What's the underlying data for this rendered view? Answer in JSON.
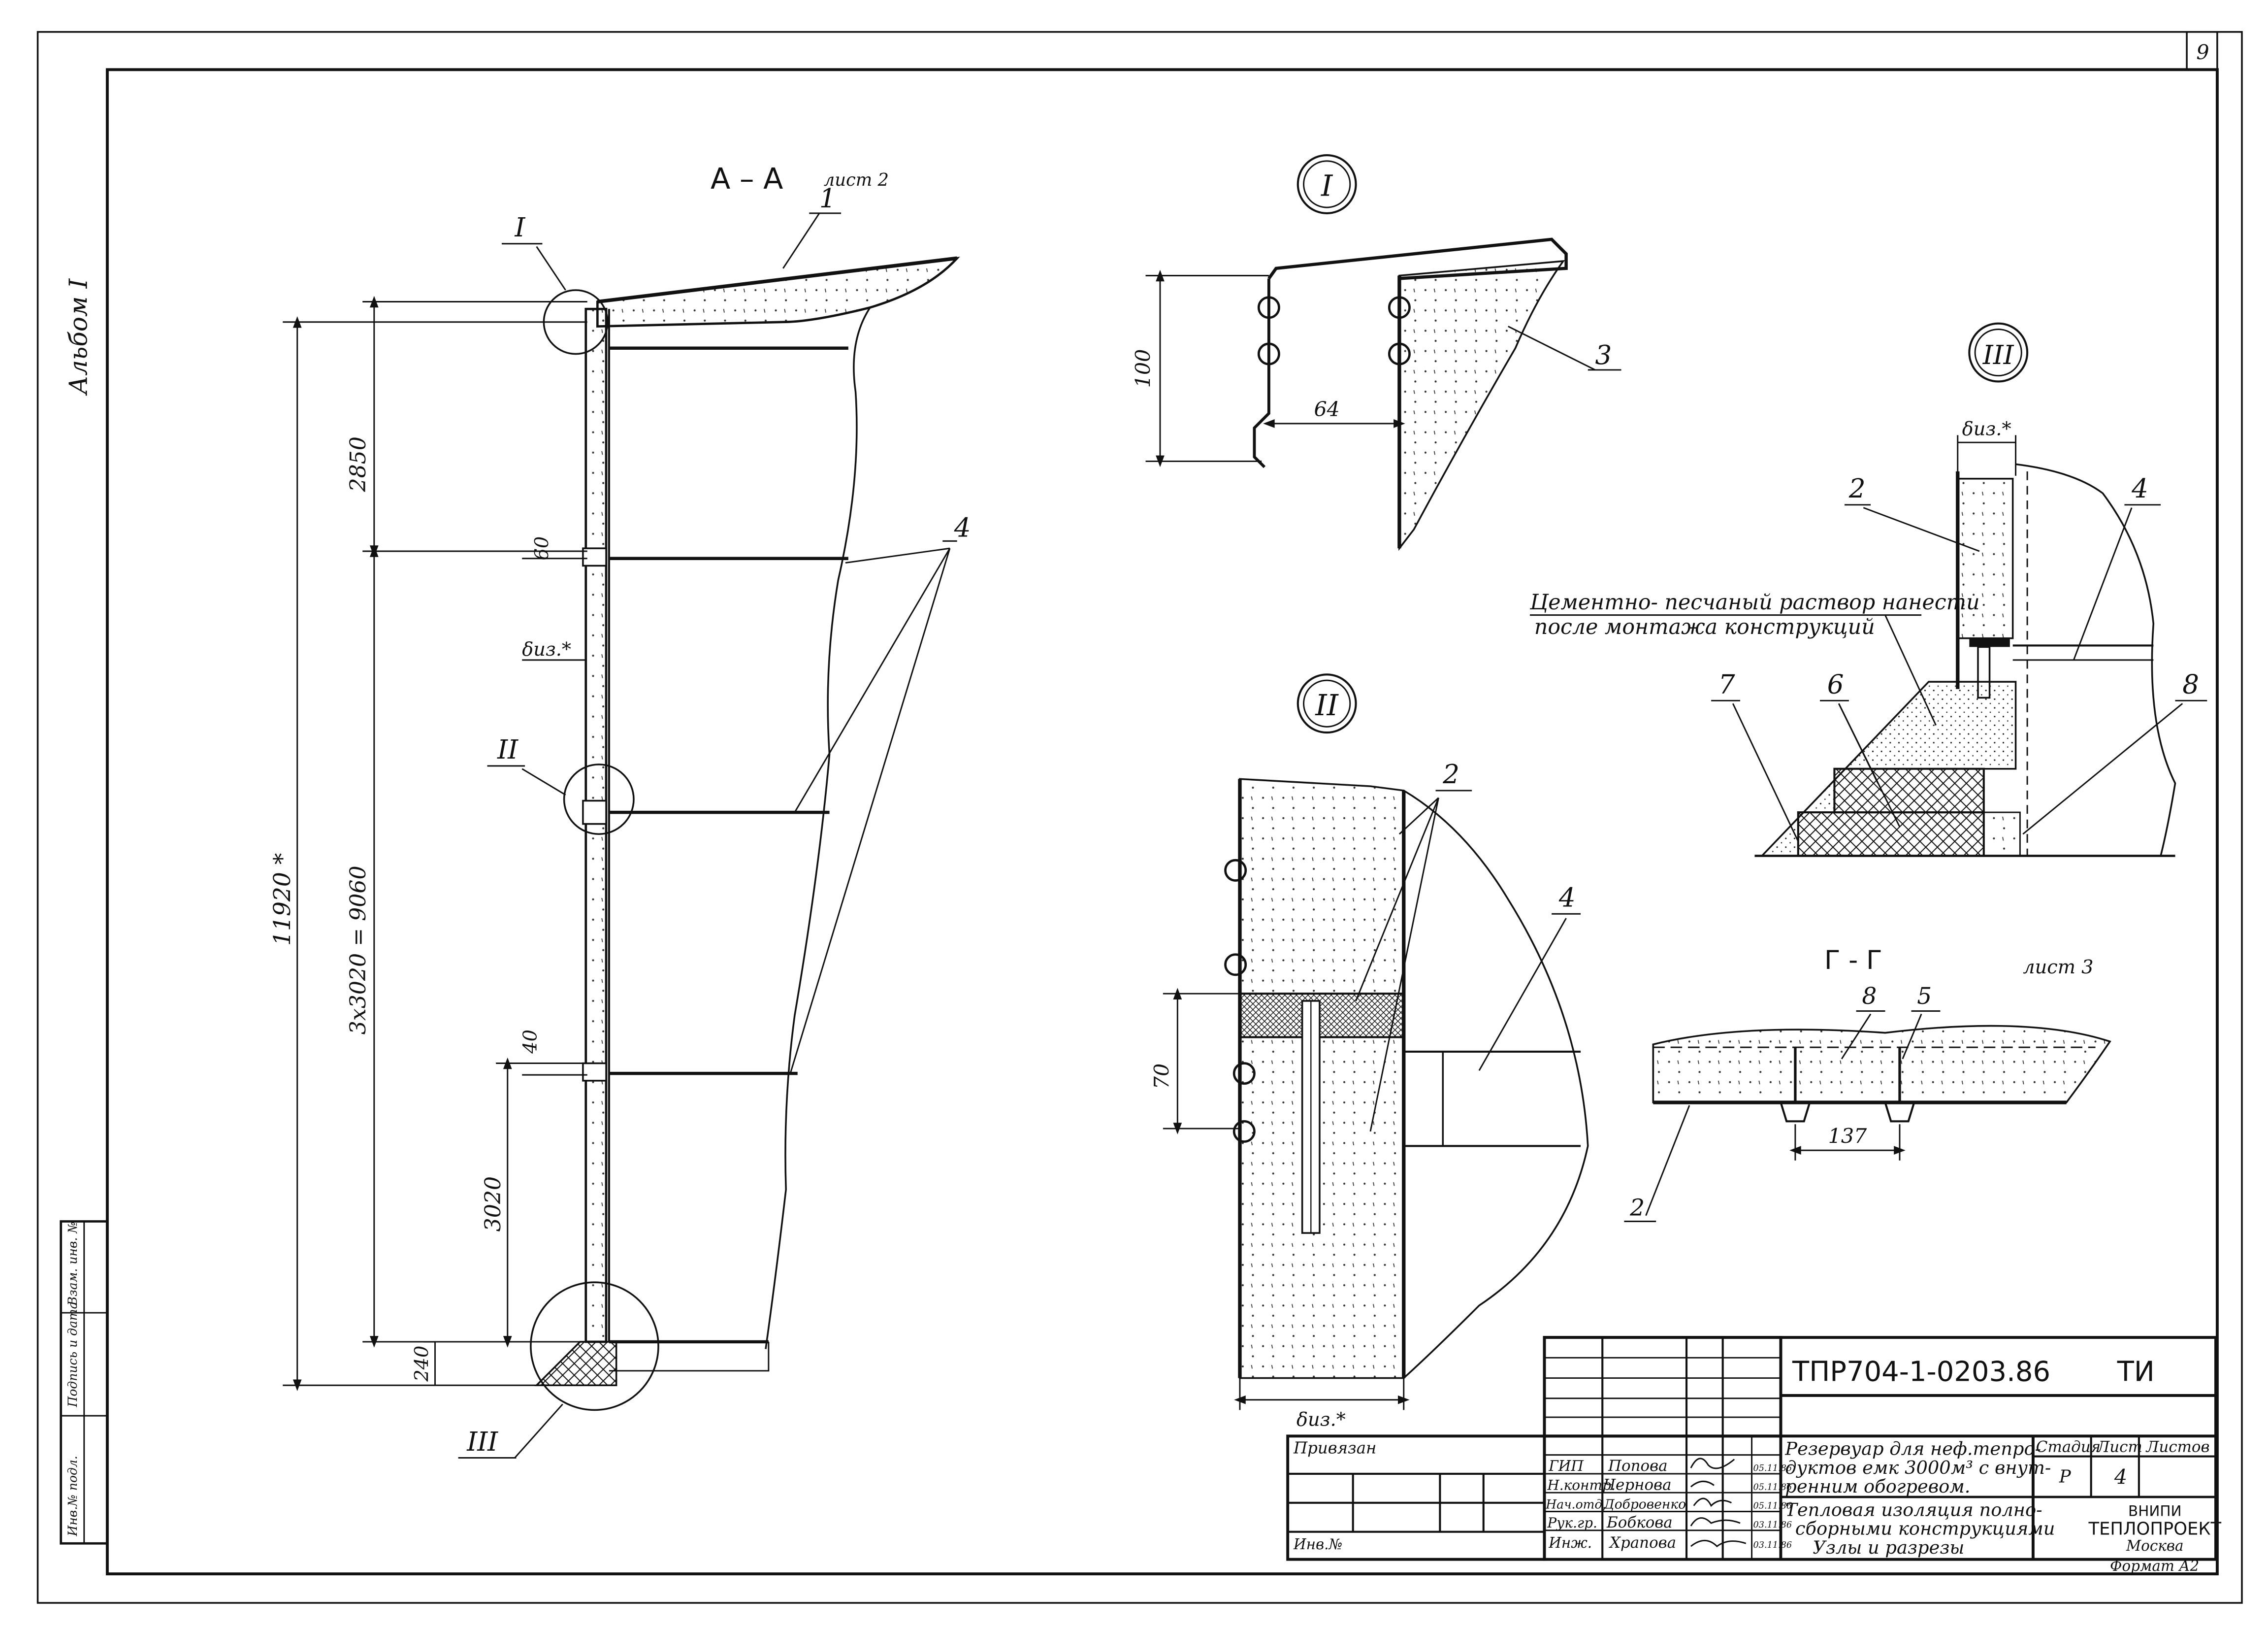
{
  "sheet": {
    "page_number": "9",
    "album": "Альбом I",
    "stamp_margin": [
      "Инв.№ подл.",
      "Подпись и дата",
      "Взам. инв. №"
    ]
  },
  "section_aa": {
    "title": "А – А",
    "sheet_ref": "лист 2",
    "callouts": [
      "I",
      "II",
      "III"
    ],
    "positions": [
      "1",
      "4"
    ],
    "dims": {
      "total": "11920 *",
      "top": "2850",
      "joint1": "60",
      "insulation": "δиз.*",
      "middle": "3x3020 = 9060",
      "joint2": "40",
      "lower": "3020",
      "base": "240"
    }
  },
  "detail_1": {
    "label": "I",
    "dims": {
      "height": "100",
      "width": "64"
    },
    "positions": [
      "3"
    ]
  },
  "detail_2": {
    "label": "II",
    "dims": {
      "joint": "70",
      "thickness": "δиз.*"
    },
    "positions": [
      "2",
      "4"
    ]
  },
  "detail_3": {
    "label": "III",
    "dims": {
      "thickness": "δиз.*"
    },
    "note_line1": "Цементно- песчаный раствор нанести",
    "note_line2": "после монтажа конструкций",
    "positions": [
      "2",
      "4",
      "6",
      "7",
      "8"
    ]
  },
  "section_gg": {
    "title": "Г - Г",
    "sheet_ref": "лист 3",
    "dims": {
      "width": "137"
    },
    "positions": [
      "8",
      "5",
      "2"
    ]
  },
  "title_block": {
    "doc_code": "ТПР704-1-0203.86",
    "doc_type": "ТИ",
    "privyazan": "Привязан",
    "inv_no": "Инв.№",
    "staff": [
      {
        "role": "ГИП",
        "name": "Попова",
        "date": "05.11.86"
      },
      {
        "role": "Н.контр.",
        "name": "Чернова",
        "date": "05.11.86"
      },
      {
        "role": "Нач.отд.",
        "name": "Добровенко",
        "date": "05.11.86"
      },
      {
        "role": "Рук.гр.",
        "name": "Бобкова",
        "date": "03.11.86"
      },
      {
        "role": "Инж.",
        "name": "Храпова",
        "date": "03.11.86"
      }
    ],
    "object_line1": "Резервуар для неф.тепро-",
    "object_line2": "дуктов емк 3000м³ с внут-",
    "object_line3": "ренним обогревом.",
    "drawing_line1": "Тепловая изоляция полно-",
    "drawing_line2": "сборными конструкциями",
    "drawing_line3": "Узлы и разрезы",
    "stage_header": "Стадия",
    "sheet_header": "Лист",
    "sheets_header": "Листов",
    "stage": "Р",
    "sheet": "4",
    "org1": "ВНИПИ",
    "org2": "ТЕПЛОПРОЕКТ",
    "city": "Москва",
    "format": "Формат А2"
  }
}
